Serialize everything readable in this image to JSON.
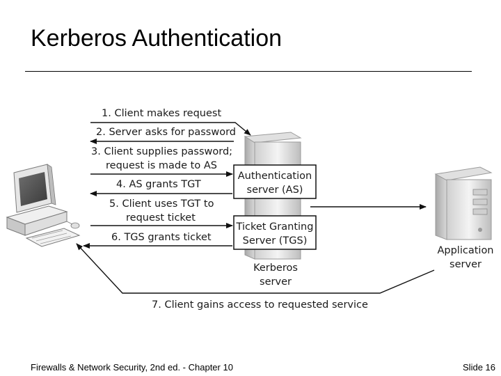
{
  "slide": {
    "title": "Kerberos Authentication",
    "footer_left": "Firewalls & Network Security, 2nd ed. - Chapter 10",
    "footer_right": "Slide 16"
  },
  "diagram": {
    "steps": {
      "s1": "1. Client makes request",
      "s2": "2. Server asks for password",
      "s3a": "3. Client supplies password;",
      "s3b": "request is made to AS",
      "s4": "4. AS grants TGT",
      "s5a": "5. Client uses TGT to",
      "s5b": "request ticket",
      "s6": "6. TGS grants ticket",
      "s7": "7. Client gains access to requested service"
    },
    "boxes": {
      "as_line1": "Authentication",
      "as_line2": "server (AS)",
      "tgs_line1": "Ticket Granting",
      "tgs_line2": "Server (TGS)"
    },
    "kerberos_line1": "Kerberos",
    "kerberos_line2": "server",
    "app_line1": "Application",
    "app_line2": "server",
    "icons": [
      "client-computer-icon",
      "kerberos-server-icon",
      "application-server-icon"
    ]
  }
}
